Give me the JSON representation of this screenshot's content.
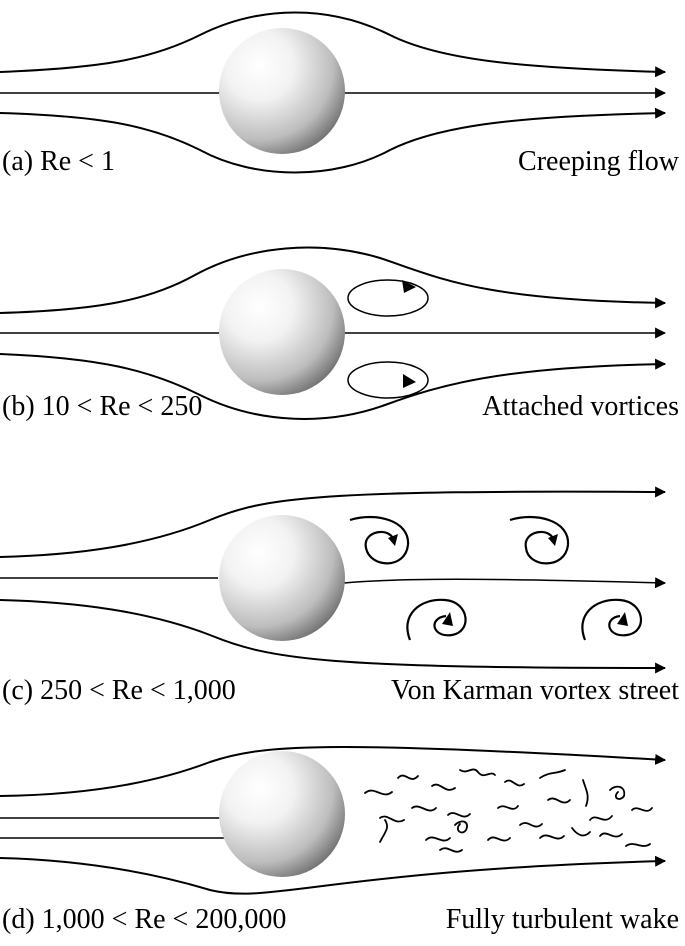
{
  "panels": [
    {
      "id": "a",
      "condition": "(a) Re < 1",
      "regime": "Creeping flow"
    },
    {
      "id": "b",
      "condition": "(b) 10 < Re < 250",
      "regime": "Attached vortices"
    },
    {
      "id": "c",
      "condition": "(c) 250 < Re < 1,000",
      "regime": "Von Karman vortex street"
    },
    {
      "id": "d",
      "condition": "(d) 1,000 < Re < 200,000",
      "regime": "Fully turbulent wake"
    }
  ],
  "colors": {
    "line": "#000000",
    "sphere_light": "#ffffff",
    "sphere_dark": "#6e6e6e"
  }
}
